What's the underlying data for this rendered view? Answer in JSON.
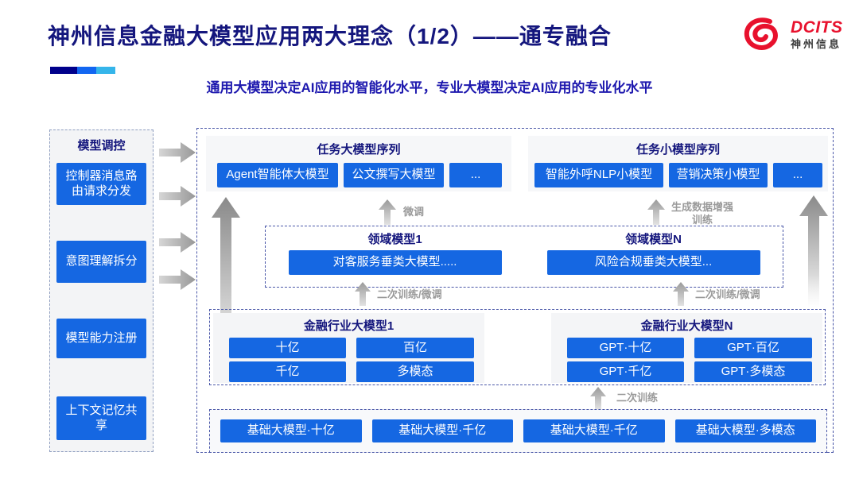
{
  "slide": {
    "title": "神州信息金融大模型应用两大理念（1/2）——通专融合",
    "subtitle": "通用大模型决定AI应用的智能化水平，专业大模型决定AI应用的专业化水平"
  },
  "logo": {
    "brand": "DCITS",
    "company": "神州信息"
  },
  "colors": {
    "accent_blue": "#1567e2",
    "heading_navy": "#14167d",
    "brand_red": "#e8112d",
    "label_gray": "#9a9a9a"
  },
  "sidebar": {
    "header": "模型调控",
    "items": [
      "控制器消息路由请求分发",
      "意图理解拆分",
      "模型能力注册",
      "上下文记忆共享"
    ]
  },
  "task_large_panel": {
    "header": "任务大模型序列",
    "items": [
      "Agent智能体大模型",
      "公文撰写大模型",
      "..."
    ]
  },
  "task_small_panel": {
    "header": "任务小模型序列",
    "items": [
      "智能外呼NLP小模型",
      "营销决策小模型",
      "..."
    ]
  },
  "flow_labels": {
    "finetune": "微调",
    "augmented_training": "生成数据增强训练",
    "secondary_training_finetune_left": "二次训练/微调",
    "secondary_training_finetune_right": "二次训练/微调",
    "secondary_training": "二次训练"
  },
  "domain_models": {
    "left": {
      "header": "领域模型1",
      "item": "对客服务垂类大模型....."
    },
    "right": {
      "header": "领域模型N",
      "item": "风险合规垂类大模型..."
    }
  },
  "industry_models": {
    "left": {
      "header": "金融行业大模型1",
      "items": [
        "十亿",
        "百亿",
        "千亿",
        "多模态"
      ]
    },
    "right": {
      "header": "金融行业大模型N",
      "items": [
        "GPT·十亿",
        "GPT·百亿",
        "GPT·千亿",
        "GPT·多模态"
      ]
    }
  },
  "foundation_models": {
    "items": [
      "基础大模型·十亿",
      "基础大模型·千亿",
      "基础大模型·千亿",
      "基础大模型·多模态"
    ]
  }
}
